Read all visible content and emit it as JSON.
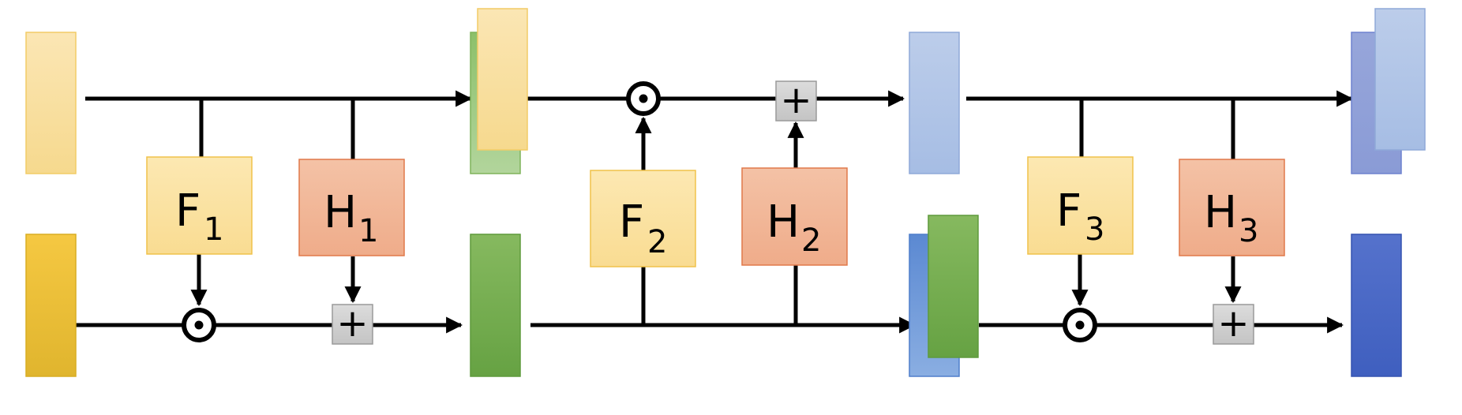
{
  "boxes": {
    "f1": {
      "letter": "F",
      "sub": "1"
    },
    "h1": {
      "letter": "H",
      "sub": "1"
    },
    "f2": {
      "letter": "F",
      "sub": "2"
    },
    "h2": {
      "letter": "H",
      "sub": "2"
    },
    "f3": {
      "letter": "F",
      "sub": "3"
    },
    "h3": {
      "letter": "H",
      "sub": "3"
    }
  },
  "ops": {
    "add_symbol": "+"
  },
  "colors": {
    "f_box_fill": "#fbe3a3",
    "f_box_border": "#f0c24a",
    "h_box_fill": "#f2b89a",
    "h_box_border": "#e0784a",
    "add_box_fill": "#d4d4d4",
    "add_box_border": "#9a9a9a",
    "yellow_light": "#f9dfa0",
    "yellow_dark": "#f0c430",
    "green_light": "#a8d08d",
    "green_dark": "#6aa84f",
    "blue_light": "#b4c7e7",
    "blue_mid": "#6d97d6",
    "indigo_light": "#9ba9dc",
    "indigo_dark": "#4063c4",
    "line": "#000000"
  }
}
